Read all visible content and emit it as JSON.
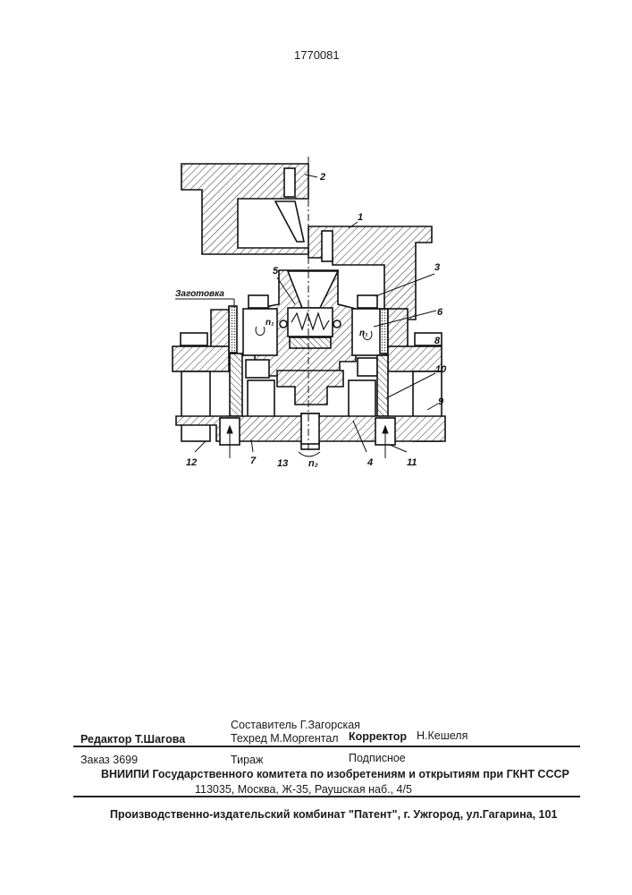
{
  "patent_number": "1770081",
  "figure": {
    "labels": {
      "l1": "1",
      "l2": "2",
      "l3": "3",
      "l4": "4",
      "l5": "5",
      "l6": "6",
      "l7": "7",
      "l8": "8",
      "l9": "9",
      "l10": "10",
      "l11": "11",
      "l12": "12",
      "l13": "13",
      "workpiece": "Заготовка",
      "n1_left": "n₁",
      "n1_right": "n₁",
      "n2": "n₂"
    }
  },
  "footer": {
    "compiler": "Составитель Г.Загорская",
    "editor": "Редактор Т.Шагова",
    "tech_editor": "Техред М.Моргентал",
    "proofreader_label": "Корректор",
    "proofreader_name": "Н.Кешеля",
    "order": "Заказ 3699",
    "circulation": "Тираж",
    "subscription": "Подписное",
    "org": "ВНИИПИ Государственного комитета по изобретениям и открытиям при ГКНТ СССР",
    "address": "113035, Москва, Ж-35, Раушская наб., 4/5",
    "publisher": "Производственно-издательский комбинат \"Патент\", г. Ужгород, ул.Гагарина, 101"
  }
}
